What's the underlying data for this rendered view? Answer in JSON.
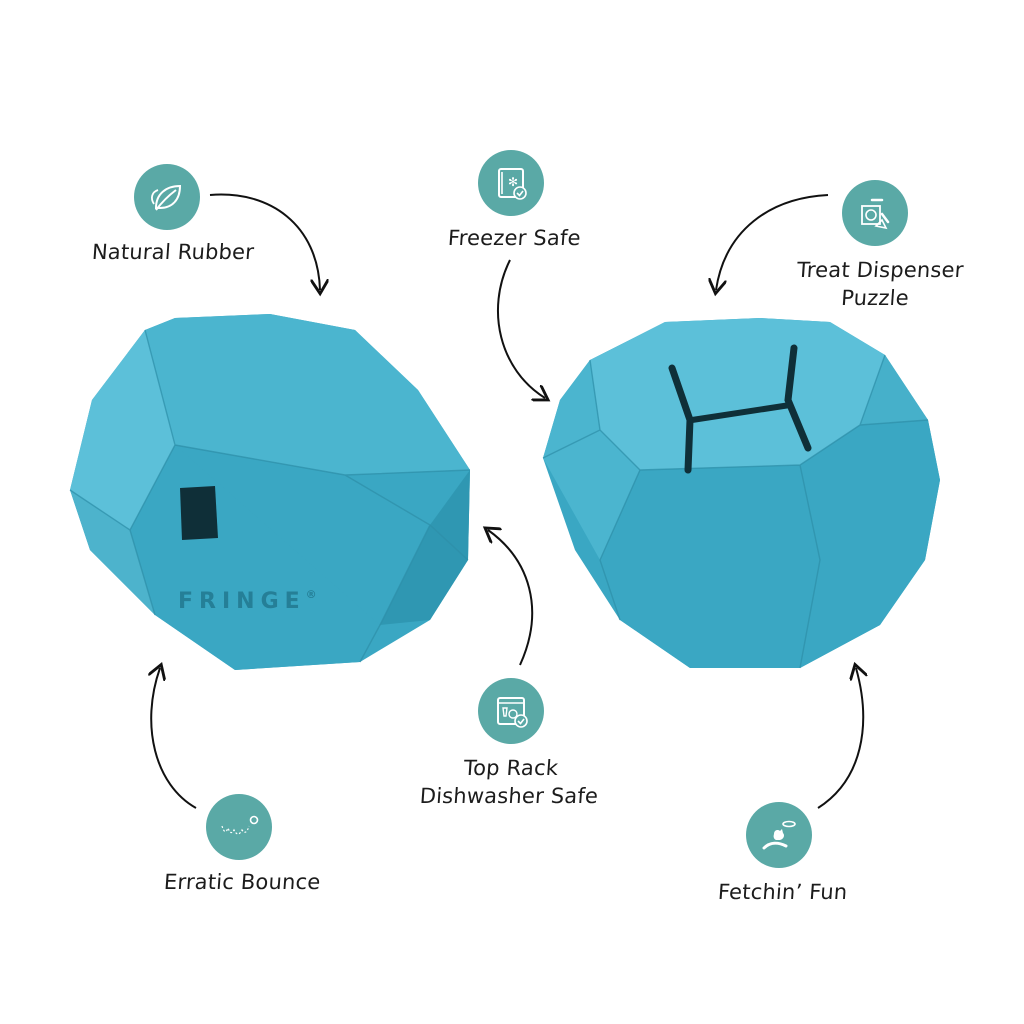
{
  "brand": {
    "logo_text": "FRINGE",
    "registered_mark": "®"
  },
  "features": [
    {
      "id": "natural-rubber",
      "label_lines": [
        "Natural Rubber"
      ],
      "icon": "leaf-icon"
    },
    {
      "id": "freezer-safe",
      "label_lines": [
        "Freezer Safe"
      ],
      "icon": "freezer-icon"
    },
    {
      "id": "treat-dispenser",
      "label_lines": [
        "Treat Dispenser",
        "Puzzle"
      ],
      "icon": "treat-puzzle-icon"
    },
    {
      "id": "top-rack",
      "label_lines": [
        "Top Rack",
        "Dishwasher Safe"
      ],
      "icon": "dishwasher-icon"
    },
    {
      "id": "erratic-bounce",
      "label_lines": [
        "Erratic Bounce"
      ],
      "icon": "bounce-icon"
    },
    {
      "id": "fetchin-fun",
      "label_lines": [
        "Fetchin’ Fun"
      ],
      "icon": "dog-fetch-icon"
    }
  ],
  "colors": {
    "toy_main": "#3aa7c3",
    "toy_light": "#5cc0d9",
    "toy_dark": "#2b8aa3",
    "badge": "#5aa9a6",
    "arrow": "#111111",
    "background": "#ffffff"
  }
}
